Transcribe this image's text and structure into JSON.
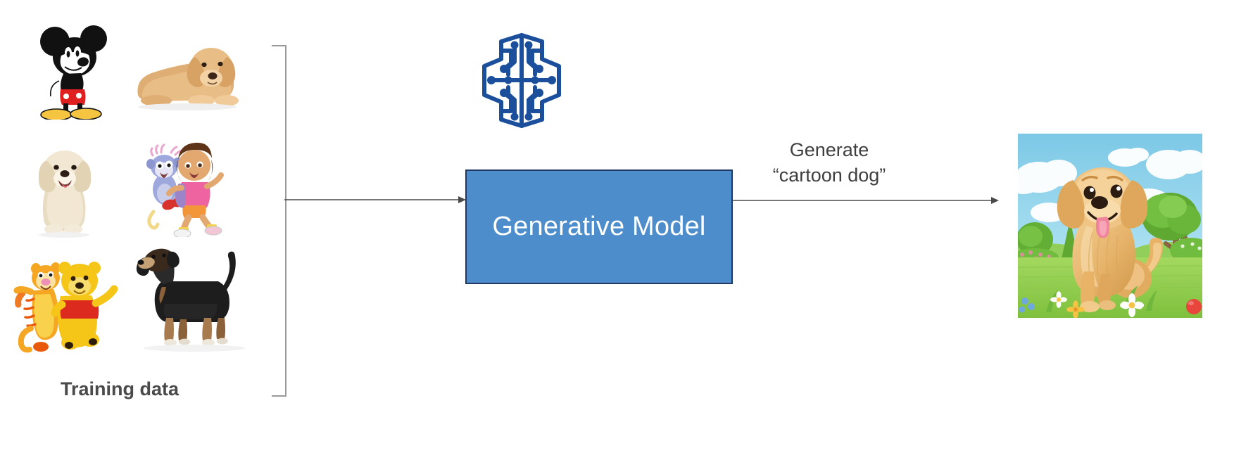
{
  "diagram": {
    "title_text": "Generative Model Diagram",
    "background_color": "#ffffff"
  },
  "training_data": {
    "label": "Training data",
    "label_color": "#4A4A4A",
    "bracket_color": "#808080",
    "items": [
      {
        "id": "mickey-mouse",
        "name": "Mickey Mouse cartoon",
        "kind": "cartoon",
        "row": 1,
        "col": 1
      },
      {
        "id": "golden-puppy-lying",
        "name": "Golden retriever puppy lying down",
        "kind": "photo",
        "row": 1,
        "col": 2
      },
      {
        "id": "cream-puppy-sitting",
        "name": "Cream puppy sitting",
        "kind": "photo",
        "row": 2,
        "col": 1
      },
      {
        "id": "dora-boots",
        "name": "Dora the Explorer and Boots",
        "kind": "cartoon",
        "row": 2,
        "col": 2
      },
      {
        "id": "tigger-pooh",
        "name": "Tigger and Winnie the Pooh",
        "kind": "cartoon",
        "row": 3,
        "col": 1
      },
      {
        "id": "black-tan-dog",
        "name": "Black and tan dog standing",
        "kind": "photo",
        "row": 3,
        "col": 2
      }
    ]
  },
  "model": {
    "box_label": "Generative Model",
    "box_fill": "#4E8DCB",
    "box_border": "#1F3864",
    "box_text_color": "#FFFFFF",
    "icon_name": "ai-brain-circuit-icon",
    "icon_color": "#1B4F9C"
  },
  "generation": {
    "prompt_line1": "Generate",
    "prompt_line2": "“cartoon dog”",
    "label_color": "#3F3F3F",
    "arrow_color": "#595959"
  },
  "output": {
    "name": "generated-cartoon-dog-image",
    "description": "Cartoon golden retriever dog sitting on grass in a sunny meadow with trees, clouds and flowers",
    "colors": {
      "sky": "#8FD3E8",
      "sky_top": "#7FCBE4",
      "cloud": "#FDFEFE",
      "grass_far": "#9AD45C",
      "grass_near": "#8DCB4E",
      "tree_foliage": "#6FB83C",
      "tree_foliage_dark": "#58A12C",
      "tree_trunk": "#8B6341",
      "dog_body": "#E8B367",
      "dog_body_light": "#F2CB8C",
      "dog_body_dark": "#D39A4E",
      "dog_nose": "#2B1B10",
      "dog_tongue": "#F0849C",
      "flower_white": "#FFFFFF",
      "flower_yellow": "#F6C445",
      "flower_blue": "#6FA8E0",
      "ball_red": "#E8453C"
    }
  }
}
